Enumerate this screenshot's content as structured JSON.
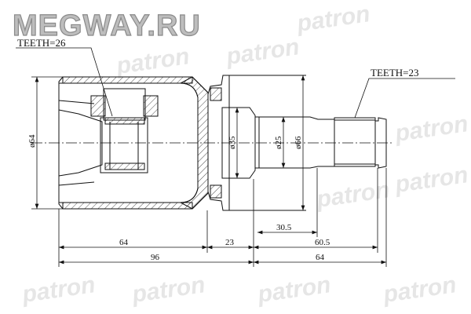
{
  "brand": "MEGWAY.RU",
  "watermark": "patron",
  "labels": {
    "teeth_left": "TEETH=26",
    "teeth_right": "TEETH=23"
  },
  "diameters": {
    "housing": "ø64",
    "shaft_collar": "ø35",
    "shaft": "ø25",
    "flange": "ø66"
  },
  "lengths": {
    "step": "30.5",
    "flange_to_shaft": "23",
    "shaft_to_groove": "60.5",
    "housing": "64",
    "overall_left": "96",
    "shaft_total": "64"
  },
  "colors": {
    "line": "#111111",
    "watermark": "#e6e6e6",
    "brand": "#bdbdbd"
  }
}
